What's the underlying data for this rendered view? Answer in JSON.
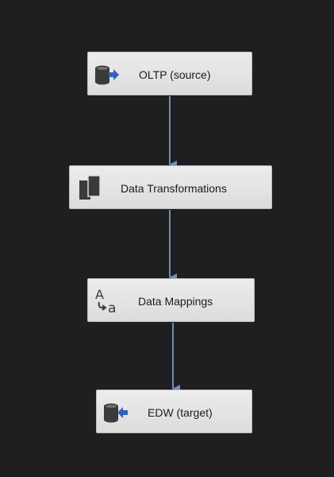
{
  "flow": {
    "tasks": [
      {
        "label": "OLTP (source)",
        "icon": "database-source-icon"
      },
      {
        "label": "Data Transformations",
        "icon": "transformation-icon"
      },
      {
        "label": "Data Mappings",
        "icon": "character-map-icon"
      },
      {
        "label": "EDW (target)",
        "icon": "database-destination-icon"
      }
    ]
  },
  "colors": {
    "canvas_background": "#1f1f21",
    "task_fill": "#e3e3e3",
    "connector": "#6f8fb4",
    "icon_arrow_blue": "#2e63b8"
  }
}
